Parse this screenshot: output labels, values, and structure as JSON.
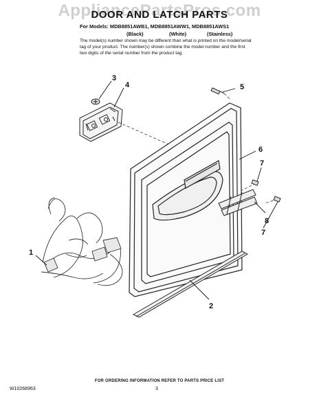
{
  "watermark": "AppliancePartsPros.com",
  "title": "DOOR AND LATCH PARTS",
  "models_line": "For Models: MDB8851AWB1, MDB8851AWW1, MDB8851AWS1",
  "color_labels": [
    "(Black)",
    "(White)",
    "(Stainless)"
  ],
  "note": "The model(s) number shown may be different than what is printed on the model/serial tag of your product. The number(s) shown combine the model number and the first two digits of the serial number from the product tag.",
  "callouts": {
    "c1": "1",
    "c2": "2",
    "c3": "3",
    "c4": "4",
    "c5": "5",
    "c6": "6",
    "c7a": "7",
    "c7b": "7",
    "c8": "8"
  },
  "footer": "FOR ORDERING INFORMATION REFER TO PARTS PRICE LIST",
  "part_number": "W10268963",
  "page_number": "3"
}
